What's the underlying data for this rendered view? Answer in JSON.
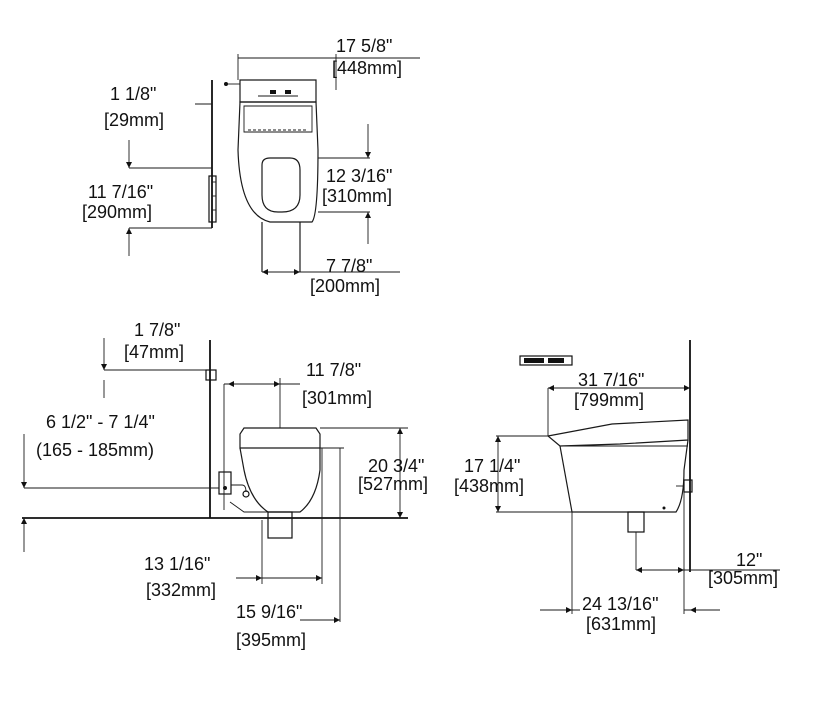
{
  "dimensions": {
    "top_width_in": "17 5/8\"",
    "top_width_mm": "[448mm]",
    "top_offset_in": "1 1/8\"",
    "top_offset_mm": "[29mm]",
    "top_panel_in": "11 7/16\"",
    "top_panel_mm": "[290mm]",
    "top_bowl_len_in": "12 3/16\"",
    "top_bowl_len_mm": "[310mm]",
    "top_base_in": "7 7/8\"",
    "top_base_mm": "[200mm]",
    "front_offset_in": "1 7/8\"",
    "front_offset_mm": "[47mm]",
    "front_supply_in": "6 1/2\" - 7 1/4\"",
    "front_supply_mm": "(165 - 185mm)",
    "front_width_in": "11 7/8\"",
    "front_width_mm": "[301mm]",
    "front_height_in": "20 3/4\"",
    "front_height_mm": "[527mm]",
    "front_base_in": "13 1/16\"",
    "front_base_mm": "[332mm]",
    "front_total_in": "15 9/16\"",
    "front_total_mm": "[395mm]",
    "side_length_in": "31 7/16\"",
    "side_length_mm": "[799mm]",
    "side_seat_in": "17 1/4\"",
    "side_seat_mm": "[438mm]",
    "side_rough_in": "12\"",
    "side_rough_mm": "[305mm]",
    "side_depth_in": "24 13/16\"",
    "side_depth_mm": "[631mm]"
  }
}
